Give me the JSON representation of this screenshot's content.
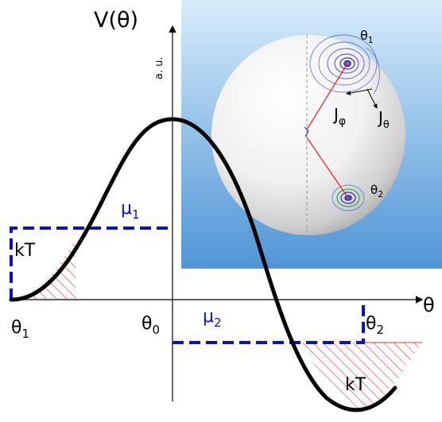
{
  "potential_label": "V(θ)",
  "units_label": "a. u.",
  "theta_axis_label": "θ",
  "theta1_label": "θ",
  "theta1_sub": "1",
  "theta0_label": "θ",
  "theta0_sub": "0",
  "theta2_label": "θ",
  "theta2_sub": "2",
  "mu1_label": "μ",
  "mu1_sub": "1",
  "mu2_label": "μ",
  "mu2_sub": "2",
  "kt_left": "kT",
  "kt_right": "kT",
  "sphere": {
    "theta1_label": "θ",
    "theta1_sub": "1",
    "theta2_label": "θ",
    "theta2_sub": "2",
    "jphi_label": "J",
    "jphi_sub": "φ",
    "jtheta_label": "J",
    "jtheta_sub": "θ"
  },
  "colors": {
    "panel_top": "#d7ecfb",
    "panel_bottom": "#4f95d6",
    "dashed_blue": "#0a10c8",
    "hatch_red": "#e23030",
    "curve": "#000000"
  }
}
